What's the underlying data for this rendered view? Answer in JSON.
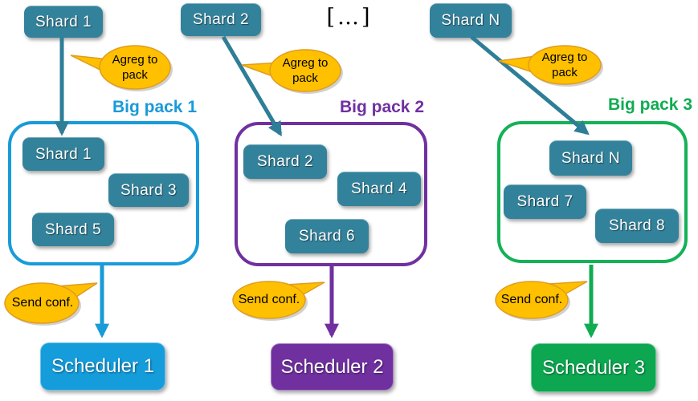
{
  "ellipsis": "[…]",
  "columns": [
    {
      "source_shard": "Shard 1",
      "aggregate_label": "Agreg to pack",
      "pack_label": "Big pack 1",
      "pack_shards": [
        "Shard 1",
        "Shard 3",
        "Shard 5"
      ],
      "send_label": "Send conf.",
      "scheduler_label": "Scheduler 1",
      "accent_color": "#189BD8"
    },
    {
      "source_shard": "Shard 2",
      "aggregate_label": "Agreg to pack",
      "pack_label": "Big pack 2",
      "pack_shards": [
        "Shard 2",
        "Shard 4",
        "Shard 6"
      ],
      "send_label": "Send conf.",
      "scheduler_label": "Scheduler 2",
      "accent_color": "#7030A0"
    },
    {
      "source_shard": "Shard N",
      "aggregate_label": "Agreg to pack",
      "pack_label": "Big pack 3",
      "pack_shards": [
        "Shard N",
        "Shard 7",
        "Shard 8"
      ],
      "send_label": "Send conf.",
      "scheduler_label": "Scheduler 3",
      "accent_color": "#10AC52"
    }
  ],
  "colors": {
    "shard_fill": "#33829B",
    "arrow_teal": "#2E7E97",
    "bubble_fill": "#FFC000",
    "bubble_border": "#DF9C20",
    "pack1_blue": "#189BD8",
    "pack2_purple": "#7030A0",
    "pack3_green": "#14B157"
  }
}
